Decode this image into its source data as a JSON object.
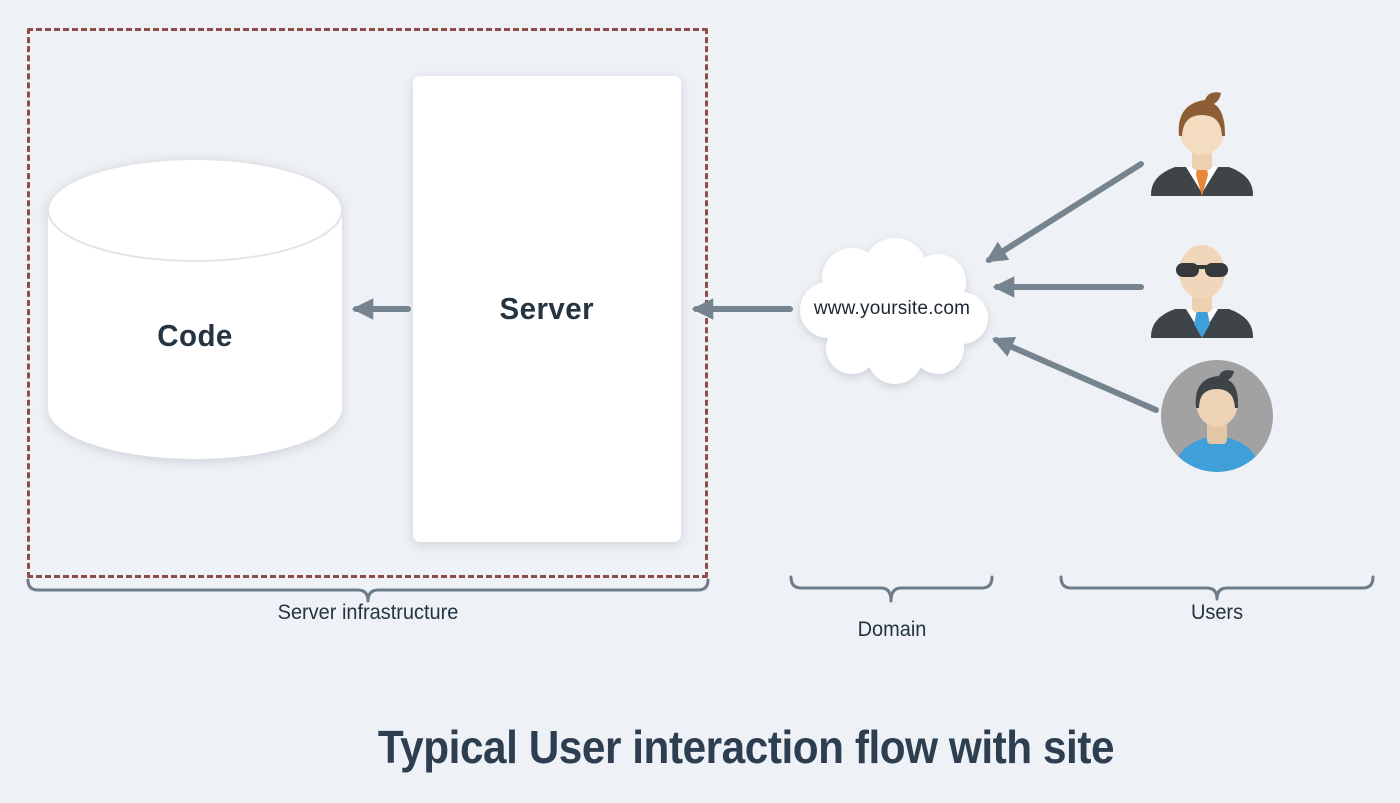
{
  "title": "Typical User interaction flow with site",
  "nodes": {
    "code": {
      "label": "Code"
    },
    "server": {
      "label": "Server"
    },
    "domain": {
      "label": "www.yoursite.com"
    }
  },
  "groups": [
    {
      "id": "server-infrastructure",
      "label": "Server infrastructure"
    },
    {
      "id": "domain",
      "label": "Domain"
    },
    {
      "id": "users",
      "label": "Users"
    }
  ],
  "users": [
    {
      "icon": "businessman-avatar-icon",
      "description": "man with brown hair, dark suit, orange tie"
    },
    {
      "icon": "agent-avatar-icon",
      "description": "bald man with sunglasses, dark suit, blue tie"
    },
    {
      "icon": "casual-user-avatar-icon",
      "description": "man with dark hair, blue t-shirt, gray circle badge"
    }
  ],
  "connections": [
    {
      "from": "server",
      "to": "code"
    },
    {
      "from": "domain",
      "to": "server"
    },
    {
      "from": "user-1",
      "to": "domain"
    },
    {
      "from": "user-2",
      "to": "domain"
    },
    {
      "from": "user-3",
      "to": "domain"
    }
  ],
  "colors": {
    "background": "#eef1f5",
    "dashed_border": "#8f4c48",
    "arrow": "#76848f",
    "brace": "#6e7c89",
    "text": "#243442",
    "title": "#2c3e50",
    "node_fill": "#ffffff",
    "suit": "#3f4448",
    "tie_orange": "#e8883a",
    "tie_blue": "#3f9fd8",
    "hair_brown": "#8d5e35",
    "avatar_circle": "#a2a2a2"
  }
}
